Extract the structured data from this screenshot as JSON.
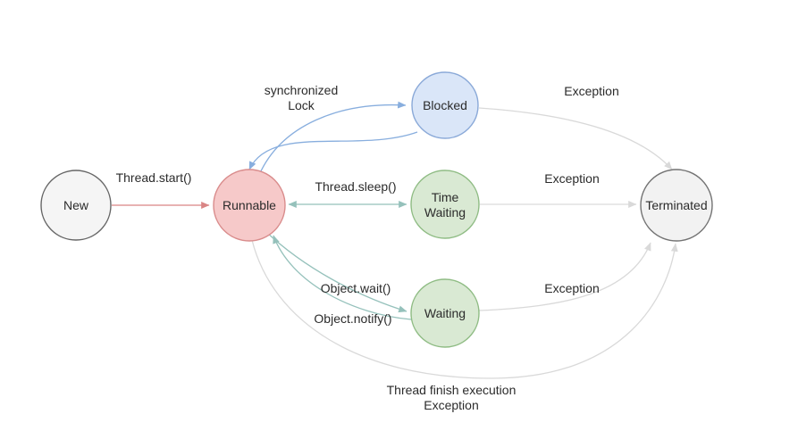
{
  "diagram": {
    "type": "state-diagram",
    "subject": "java-thread-lifecycle",
    "states": {
      "new": {
        "label": "New",
        "fill": "#f5f5f5",
        "stroke": "#666666"
      },
      "runnable": {
        "label": "Runnable",
        "fill": "#f6c9c9",
        "stroke": "#d98c8c"
      },
      "blocked": {
        "label": "Blocked",
        "fill": "#dae6f8",
        "stroke": "#8aa9d8"
      },
      "time_waiting": {
        "label_line1": "Time",
        "label_line2": "Waiting",
        "fill": "#d9e9d3",
        "stroke": "#8fbc84"
      },
      "waiting": {
        "label": "Waiting",
        "fill": "#d9e9d3",
        "stroke": "#8fbc84"
      },
      "terminated": {
        "label": "Terminated",
        "fill": "#f2f2f2",
        "stroke": "#737373"
      }
    },
    "transition_labels": {
      "thread_start": "Thread.start()",
      "synchronized_line1": "synchronized",
      "synchronized_line2": "Lock",
      "thread_sleep": "Thread.sleep()",
      "object_wait": "Object.wait()",
      "object_notify": "Object.notify()",
      "exception_from_blocked": "Exception",
      "exception_from_time_waiting": "Exception",
      "exception_from_waiting": "Exception",
      "finish_line1": "Thread finish execution",
      "finish_line2": "Exception"
    },
    "arrow_colors": {
      "start_arrow": "#d98585",
      "lock_arrows": "#88aede",
      "sleep_wait_notify_arrows": "#95c1bb",
      "exception_arrows": "#d9d9d9"
    },
    "background": "#ffffff"
  }
}
